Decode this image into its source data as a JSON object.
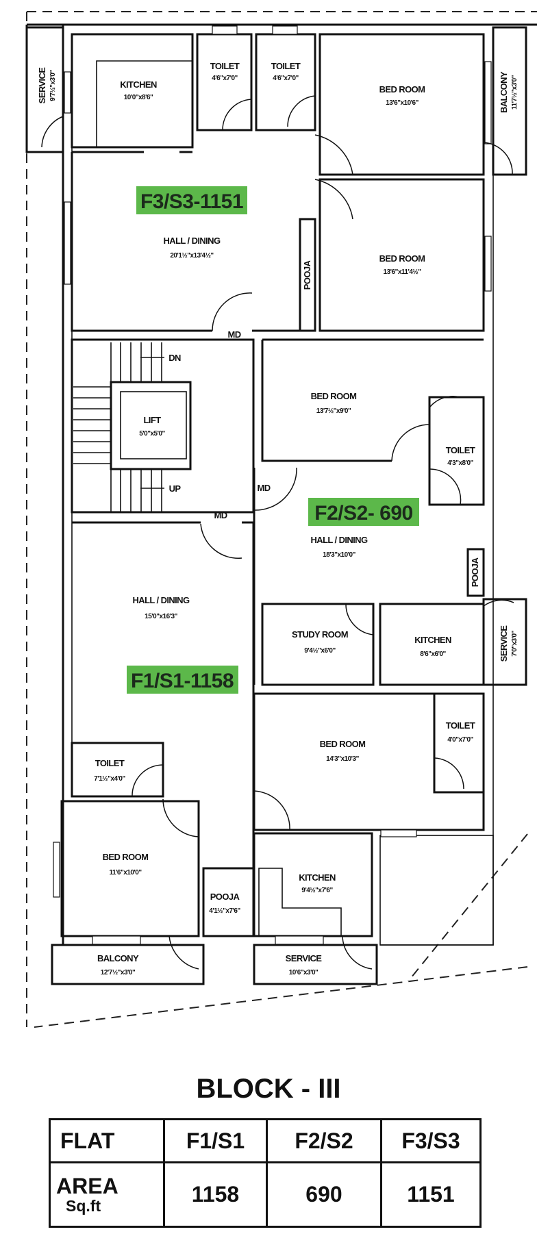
{
  "colors": {
    "flat_label_bg": "#5cb84a",
    "wall": "#111111"
  },
  "flats": {
    "f3": "F3/S3-1151",
    "f2": "F2/S2- 690",
    "f1": "F1/S1-1158"
  },
  "rooms": {
    "f3_service": {
      "name": "SERVICE",
      "dims": "9'7½\"x3'0\""
    },
    "f3_kitchen": {
      "name": "KITCHEN",
      "dims": "10'0\"x8'6\""
    },
    "f3_toilet1": {
      "name": "TOILET",
      "dims": "4'6\"x7'0\""
    },
    "f3_toilet2": {
      "name": "TOILET",
      "dims": "4'6\"x7'0\""
    },
    "f3_bed1": {
      "name": "BED ROOM",
      "dims": "13'6\"x10'6\""
    },
    "f3_balcony": {
      "name": "BALCONY",
      "dims": "11'7½\"x3'0\""
    },
    "f3_hall": {
      "name": "HALL / DINING",
      "dims": "20'1½\"x13'4½\""
    },
    "f3_pooja": {
      "name": "POOJA"
    },
    "f3_bed2": {
      "name": "BED ROOM",
      "dims": "13'6\"x11'4½\""
    },
    "f3_md": {
      "name": "MD"
    },
    "lift": {
      "name": "LIFT",
      "dims": "5'0\"x5'0\""
    },
    "stairs_dn": {
      "name": "DN"
    },
    "stairs_up": {
      "name": "UP"
    },
    "f2_bed": {
      "name": "BED ROOM",
      "dims": "13'7½\"x9'0\""
    },
    "f2_toilet": {
      "name": "TOILET",
      "dims": "4'3\"x8'0\""
    },
    "f2_md": {
      "name": "MD"
    },
    "f2_hall": {
      "name": "HALL / DINING",
      "dims": "18'3\"x10'0\""
    },
    "f2_pooja": {
      "name": "POOJA"
    },
    "f2_study": {
      "name": "STUDY ROOM",
      "dims": "9'4½\"x6'0\""
    },
    "f2_kitchen": {
      "name": "KITCHEN",
      "dims": "8'6\"x6'0\""
    },
    "f2_service": {
      "name": "SERVICE",
      "dims": "7'0\"x3'0\""
    },
    "f1_md": {
      "name": "MD"
    },
    "f1_hall": {
      "name": "HALL / DINING",
      "dims": "15'0\"x16'3\""
    },
    "f1_toilet": {
      "name": "TOILET",
      "dims": "7'1½\"x4'0\""
    },
    "f1_bed": {
      "name": "BED ROOM",
      "dims": "11'6\"x10'0\""
    },
    "f1_balcony": {
      "name": "BALCONY",
      "dims": "12'7½\"x3'0\""
    },
    "f1_pooja": {
      "name": "POOJA",
      "dims": "4'1½\"x7'6\""
    },
    "f1_kitchen": {
      "name": "KITCHEN",
      "dims": "9'4½\"x7'6\""
    },
    "f1_service": {
      "name": "SERVICE",
      "dims": "10'6\"x3'0\""
    },
    "f1_bed2": {
      "name": "BED ROOM",
      "dims": "14'3\"x10'3\""
    },
    "f1_toilet2": {
      "name": "TOILET",
      "dims": "4'0\"x7'0\""
    }
  },
  "block_title": "BLOCK - III",
  "table": {
    "header_label": "FLAT",
    "flats": [
      "F1/S1",
      "F2/S2",
      "F3/S3"
    ],
    "row_label": "AREA",
    "row_unit": "Sq.ft",
    "areas": [
      "1158",
      "690",
      "1151"
    ]
  }
}
